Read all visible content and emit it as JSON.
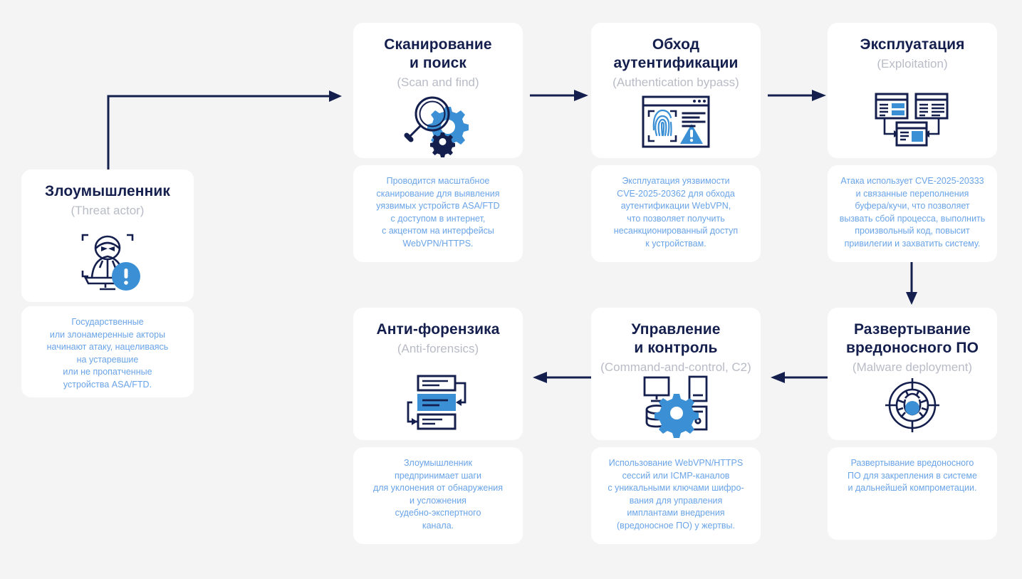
{
  "palette": {
    "page_bg": "#f4f4f5",
    "card_bg": "#ffffff",
    "title": "#141f4e",
    "subtitle": "#b9bcc6",
    "description": "#6aa4e8",
    "accent_blue": "#3b8fd4",
    "arrow": "#141f4e"
  },
  "diagram": {
    "type": "attack-chain-flow",
    "steps": [
      {
        "id": "threat-actor",
        "title": "Злоумышленник",
        "subtitle": "(Threat actor)",
        "icon": "hacker-monitor-alert-icon",
        "description": "Государственные\nили злонамеренные акторы\nначинают атаку, нацеливаясь\nна устаревшие\nили не пропатченные\nустройства ASA/FTD."
      },
      {
        "id": "scan-and-find",
        "title": "Сканирование\nи поиск",
        "subtitle": "(Scan and find)",
        "icon": "magnifier-gears-icon",
        "description": "Проводится масштабное\nсканирование для выявления\nуязвимых устройств ASA/FTD\nс доступом в интернет,\nс акцентом на интерфейсы\nWebVPN/HTTPS."
      },
      {
        "id": "authentication-bypass",
        "title": "Обход\nаутентификации",
        "subtitle": "(Authentication bypass)",
        "icon": "fingerprint-browser-warning-icon",
        "description": "Эксплуатация уязвимости\nCVE-2025-20362 для обхода\nаутентификации WebVPN,\nчто позволяет получить\nнесанкционированный доступ\nк устройствам."
      },
      {
        "id": "exploitation",
        "title": "Эксплуатация",
        "subtitle": "(Exploitation)",
        "icon": "windows-merge-icon",
        "description": "Атака использует CVE-2025-20333\nи связанные переполнения\nбуфера/кучи, что позволяет\nвызвать сбой процесса, выполнить\nпроизвольный код, повысит\nпривилегии и захватить систему."
      },
      {
        "id": "malware-deployment",
        "title": "Развертывание\nвредоносного ПО",
        "subtitle": "(Malware deployment)",
        "icon": "bug-crosshair-icon",
        "description": "Развертывание вредоносного\nПО для закрепления в системе\nи дальнейшей компрометации."
      },
      {
        "id": "command-and-control",
        "title": "Управление\nи контроль",
        "subtitle": "(Command-and-control, C2)",
        "icon": "devices-gear-icon",
        "description": "Использование WebVPN/HTTPS\nсессий или ICMP-каналов\nс уникальными ключами шифро-\nвания для управления\nимплантами внедрения\n(вредоносное ПО) у жертвы."
      },
      {
        "id": "anti-forensics",
        "title": "Анти-форензика",
        "subtitle": "(Anti-forensics)",
        "icon": "log-rows-loop-icon",
        "description": "Злоумышленник\nпредпринимает шаги\nдля уклонения от обнаружения\nи усложнения\nсудебно-экспертного\nканала."
      }
    ],
    "connections": [
      {
        "from": "threat-actor",
        "to": "scan-and-find",
        "shape": "elbow-up-right"
      },
      {
        "from": "scan-and-find",
        "to": "authentication-bypass",
        "shape": "straight-right"
      },
      {
        "from": "authentication-bypass",
        "to": "exploitation",
        "shape": "straight-right"
      },
      {
        "from": "exploitation",
        "to": "malware-deployment",
        "shape": "straight-down"
      },
      {
        "from": "malware-deployment",
        "to": "command-and-control",
        "shape": "straight-left"
      },
      {
        "from": "command-and-control",
        "to": "anti-forensics",
        "shape": "straight-left"
      }
    ]
  }
}
